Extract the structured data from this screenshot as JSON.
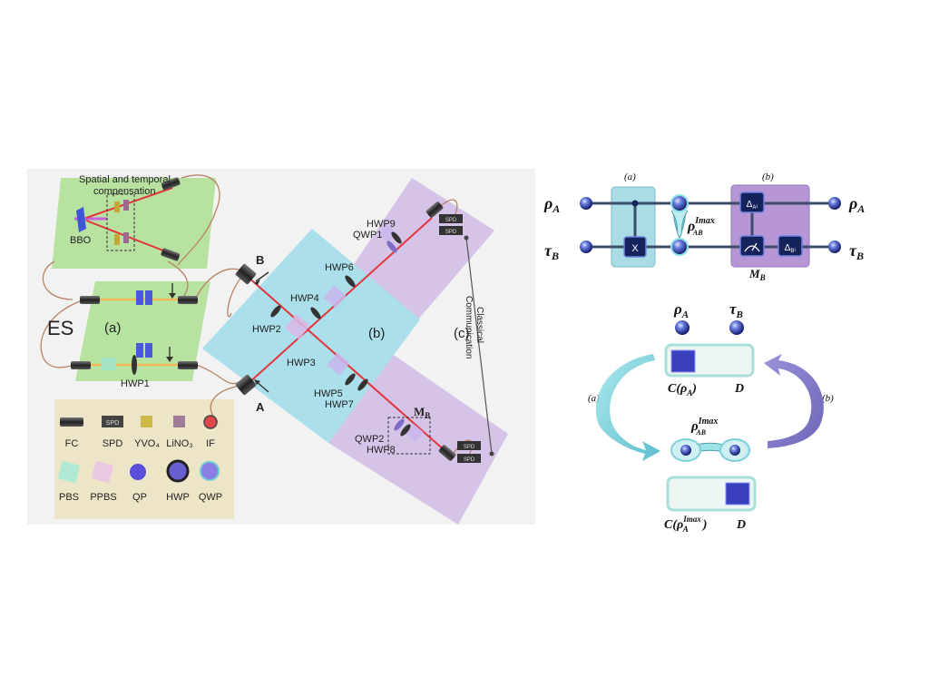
{
  "left_panel": {
    "es_label": "ES",
    "section_a": "(a)",
    "section_b": "(b)",
    "section_c": "(c)",
    "compensation_line1": "Spatial and temporal",
    "compensation_line2": "compensation",
    "bbo": "BBO",
    "hwp1": "HWP1",
    "hwp2": "HWP2",
    "hwp3": "HWP3",
    "hwp4": "HWP4",
    "hwp5": "HWP5",
    "hwp6": "HWP6",
    "hwp7": "HWP7",
    "hwp8": "HWP8",
    "hwp9": "HWP9",
    "qwp1": "QWP1",
    "qwp2": "QWP2",
    "port_a": "A",
    "port_b": "B",
    "mb_main": "M",
    "mb_sub": "B",
    "classical_line1": "Classical",
    "classical_line2": "Communication",
    "spd": "SPD"
  },
  "legend": {
    "row1": [
      "FC",
      "SPD",
      "YVO₄",
      "LiNO₃",
      "IF"
    ],
    "row2": [
      "PBS",
      "PPBS",
      "QP",
      "HWP",
      "QWP"
    ],
    "spd_inner": "SPD"
  },
  "circuit": {
    "label_a": "(a)",
    "label_b": "(b)",
    "rho_a_left_main": "ρ",
    "rho_a_left_sub": "A",
    "tau_b_left_main": "τ",
    "tau_b_left_sub": "B",
    "rho_a_right_main": "ρ",
    "rho_a_right_sub": "A",
    "tau_b_right_main": "τ",
    "tau_b_right_sub": "B",
    "x_gate": "X",
    "delta_a_main": "Δ",
    "delta_a_sub": "A¹",
    "delta_b_main": "Δ",
    "delta_b_sub": "B¹",
    "rho_ab_main": "ρ",
    "rho_ab_sup": "Imax",
    "rho_ab_sub": "AB",
    "mb_main": "M",
    "mb_sub": "B"
  },
  "cycle": {
    "rho_a_main": "ρ",
    "rho_a_sub": "A",
    "tau_b_main": "τ",
    "tau_b_sub": "B",
    "c_rho_a_prefix": "C(ρ",
    "c_rho_a_sub": "A",
    "c_rho_a_suffix": ")",
    "d_top": "D",
    "label_a": "(a)",
    "label_b": "(b)",
    "rho_ab_main": "ρ",
    "rho_ab_sup": "Imax",
    "rho_ab_sub": "AB",
    "c_rho_imax_prefix": "C(ρ",
    "c_rho_imax_sup": "Imax",
    "c_rho_imax_sub": "A",
    "c_rho_imax_suffix": ")",
    "d_bottom": "D"
  },
  "colors": {
    "green_panel": "#b7e4a4",
    "blue_panel": "#a9e0ec",
    "purple_panel": "#d3c3e6",
    "legend_panel": "#ede6ca",
    "laser_red": "#e3353a",
    "fiber": "#c08a6a",
    "circuit_blue": "#a9dce4",
    "circuit_purple": "#b796d6",
    "gate_navy": "#14235c",
    "arrow_cyan": "#5fc3d0",
    "arrow_violet": "#7c71c4"
  }
}
